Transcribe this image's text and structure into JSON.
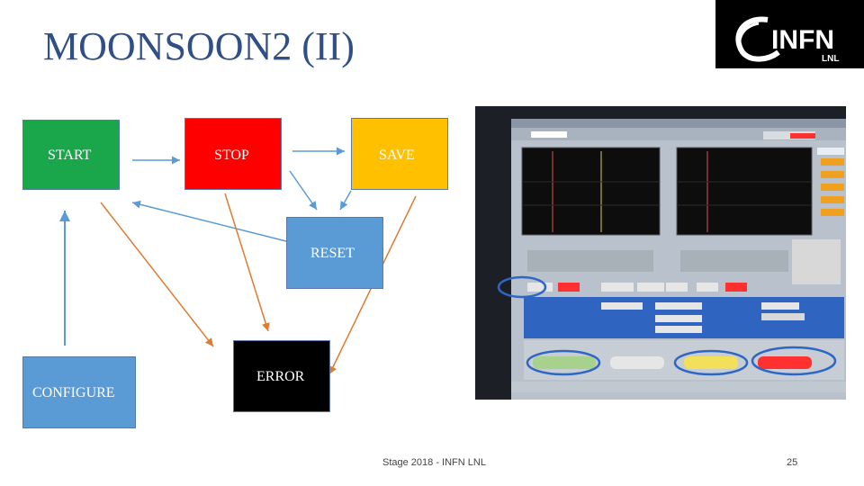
{
  "title": "MOONSOON2 (II)",
  "logo": {
    "main_text": "INFN",
    "sub_text": "LNL"
  },
  "boxes": {
    "start": "START",
    "stop": "STOP",
    "save": "SAVE",
    "reset": "RESET",
    "error": "ERROR",
    "configure": "CONFIGURE"
  },
  "colors": {
    "title": "#2f4f86",
    "start": "#1aa64a",
    "stop": "#ff0000",
    "save": "#ffc000",
    "reset": "#5b9bd5",
    "error": "#000000",
    "configure": "#5b9bd5",
    "blue_arrow": "#5b9bd5",
    "orange_arrow": "#e07b30"
  },
  "footer": {
    "text": "Stage 2018 - INFN LNL",
    "page": "25"
  }
}
